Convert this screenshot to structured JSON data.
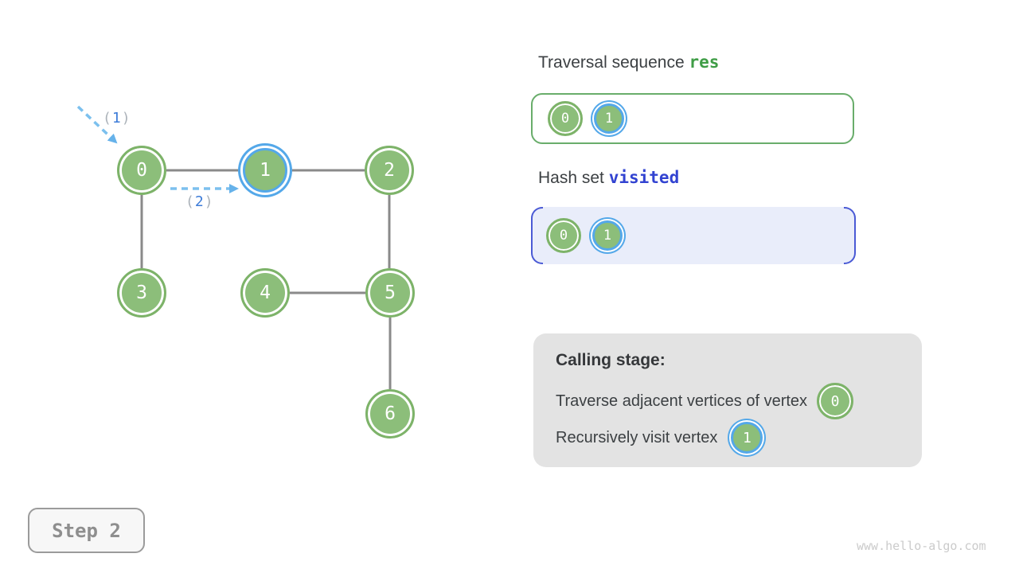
{
  "colors": {
    "node_green_fill": "#8CBE7A",
    "node_green_ring": "#7DB369",
    "highlight_blue_ring": "#54A8E9",
    "edge_gray": "#8A8A8A",
    "arrow_dash_blue": "#7CC0EE",
    "arrow_head_blue": "#66B2EA",
    "code_green": "#3F9D46",
    "code_blue": "#3243D1",
    "visited_box_fill": "#E9EDFA",
    "visited_bracket_blue": "#4A5AD5",
    "res_box_border_green": "#69AD6B",
    "calling_box_fill": "#E3E3E3",
    "text_dark": "#3C4043",
    "label_paren_gray": "#ABB2B9",
    "label_num_blue": "#3D7CD8",
    "step_text_gray": "#8E8E8E",
    "watermark_gray": "#CBCBCB"
  },
  "graph": {
    "nodes": [
      {
        "label": "0",
        "highlighted": false
      },
      {
        "label": "1",
        "highlighted": true
      },
      {
        "label": "2",
        "highlighted": false
      },
      {
        "label": "3",
        "highlighted": false
      },
      {
        "label": "4",
        "highlighted": false
      },
      {
        "label": "5",
        "highlighted": false
      },
      {
        "label": "6",
        "highlighted": false
      }
    ],
    "edges": [
      [
        "0",
        "1"
      ],
      [
        "1",
        "2"
      ],
      [
        "0",
        "3"
      ],
      [
        "2",
        "5"
      ],
      [
        "4",
        "5"
      ],
      [
        "5",
        "6"
      ]
    ],
    "arrows": [
      {
        "prefix": "(",
        "value": "1",
        "suffix": ")",
        "meaning": "step-1 visit vertex 0"
      },
      {
        "prefix": "(",
        "value": "2",
        "suffix": ")",
        "meaning": "step-2 visit vertex 1"
      }
    ]
  },
  "res_panel": {
    "title": "Traversal sequence",
    "code": "res",
    "items": [
      {
        "label": "0",
        "highlighted": false
      },
      {
        "label": "1",
        "highlighted": true
      }
    ]
  },
  "visited_panel": {
    "title": "Hash set",
    "code": "visited",
    "items": [
      {
        "label": "0",
        "highlighted": false
      },
      {
        "label": "1",
        "highlighted": true
      }
    ]
  },
  "calling_panel": {
    "title": "Calling stage:",
    "lines": [
      {
        "text": "Traverse adjacent vertices of vertex",
        "node": "0",
        "highlighted": false
      },
      {
        "text": "Recursively visit vertex",
        "node": "1",
        "highlighted": true
      }
    ]
  },
  "footer": {
    "step": "Step 2",
    "watermark": "www.hello-algo.com"
  }
}
